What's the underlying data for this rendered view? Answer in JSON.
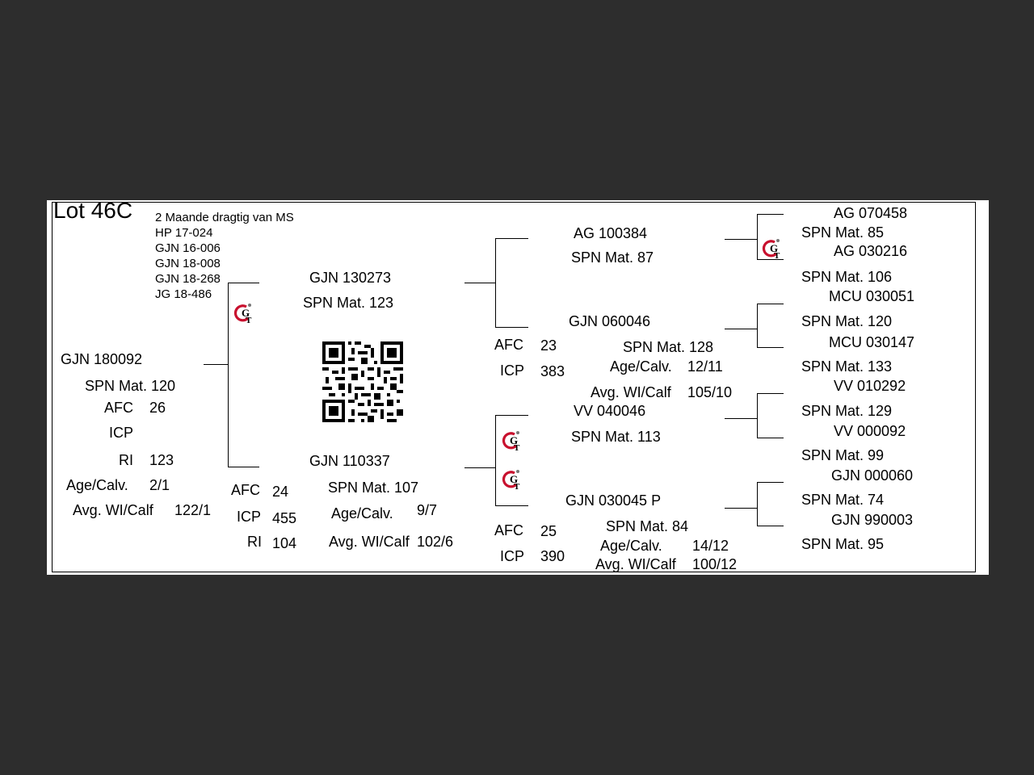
{
  "lot": {
    "title": "Lot 46C",
    "notes": [
      "2 Maande dragtig van MS",
      "HP 17-024",
      "GJN 16-006",
      "GJN 18-008",
      "GJN 18-268",
      "JG 18-486"
    ]
  },
  "animal": {
    "id": "GJN 180092",
    "spn": "SPN Mat. 120",
    "afc_label": "AFC",
    "afc": "26",
    "icp_label": "ICP",
    "ri_label": "RI",
    "ri": "123",
    "agecalv_label": "Age/Calv.",
    "agecalv": "2/1",
    "avgwi_label": "Avg. WI/Calf",
    "avgwi": "122/1"
  },
  "sire": {
    "id": "GJN 130273",
    "spn": "SPN Mat. 123"
  },
  "dam": {
    "id": "GJN 110337",
    "spn": "SPN Mat. 107",
    "afc_label": "AFC",
    "afc": "24",
    "icp_label": "ICP",
    "icp": "455",
    "ri_label": "RI",
    "ri": "104",
    "agecalv_label": "Age/Calv.",
    "agecalv": "9/7",
    "avgwi_label": "Avg. WI/Calf",
    "avgwi": "102/6"
  },
  "grand": {
    "ss": {
      "id": "AG  100384",
      "spn": "SPN Mat. 87"
    },
    "sd": {
      "id": "GJN 060046",
      "spn": "SPN Mat. 128",
      "afc_label": "AFC",
      "afc": "23",
      "icp_label": "ICP",
      "icp": "383",
      "agecalv_label": "Age/Calv.",
      "agecalv": "12/11",
      "avgwi_label": "Avg. WI/Calf",
      "avgwi": "105/10"
    },
    "ds": {
      "id": "VV  040046",
      "spn": "SPN Mat. 113"
    },
    "dd": {
      "id": "GJN 030045  P",
      "spn": "SPN Mat. 84",
      "afc_label": "AFC",
      "afc": "25",
      "icp_label": "ICP",
      "icp": "390",
      "agecalv_label": "Age/Calv.",
      "agecalv": "14/12",
      "avgwi_label": "Avg. WI/Calf",
      "avgwi": "100/12"
    }
  },
  "great": [
    {
      "id": "AG  070458",
      "spn": "SPN Mat. 85"
    },
    {
      "id": "AG  030216",
      "spn": "SPN Mat. 106"
    },
    {
      "id": "MCU 030051",
      "spn": "SPN Mat. 120"
    },
    {
      "id": "MCU 030147",
      "spn": "SPN Mat. 133"
    },
    {
      "id": "VV  010292",
      "spn": "SPN Mat. 129"
    },
    {
      "id": "VV  000092",
      "spn": "SPN Mat. 99"
    },
    {
      "id": "GJN 000060",
      "spn": "SPN Mat. 74"
    },
    {
      "id": "GJN 990003",
      "spn": "SPN Mat. 95"
    }
  ],
  "logo": {
    "icon": "gt-logo-icon",
    "color": "#c8102e"
  },
  "qr": {
    "icon": "qr-code-icon"
  }
}
